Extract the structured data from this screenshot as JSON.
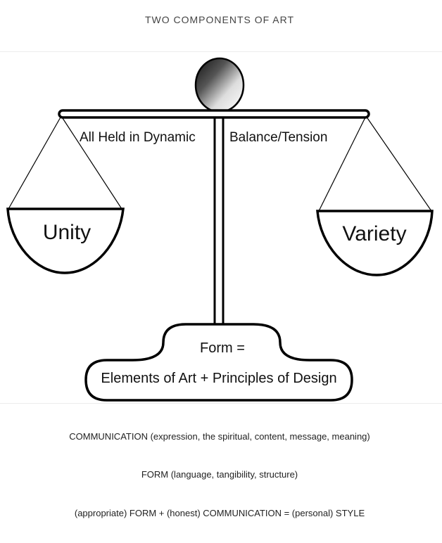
{
  "title": "TWO COMPONENTS OF ART",
  "diagram": {
    "banner_left": "All Held in Dynamic",
    "banner_right": "Balance/Tension",
    "left_pan_label": "Unity",
    "right_pan_label": "Variety",
    "base_line_1": "Form =",
    "base_line_2": "Elements of Art + Principles of Design"
  },
  "notes": [
    "COMMUNICATION (expression, the spiritual, content, message, meaning)",
    "FORM (language, tangibility, structure)",
    "(appropriate) FORM + (honest) COMMUNICATION = (personal) STYLE"
  ]
}
